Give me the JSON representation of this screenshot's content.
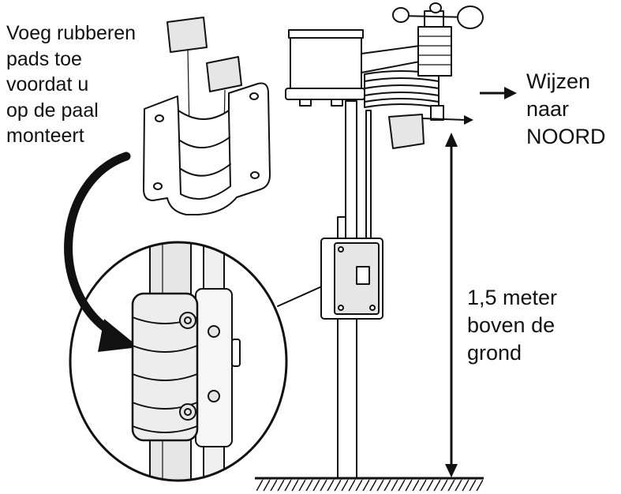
{
  "labels": {
    "pad_note": [
      "Voeg rubberen",
      "pads toe",
      "voordat u",
      "op de paal",
      "monteert"
    ],
    "north_note": [
      "Wijzen",
      "naar",
      "NOORD"
    ],
    "height_note": [
      "1,5 meter",
      "boven de",
      "grond"
    ]
  }
}
